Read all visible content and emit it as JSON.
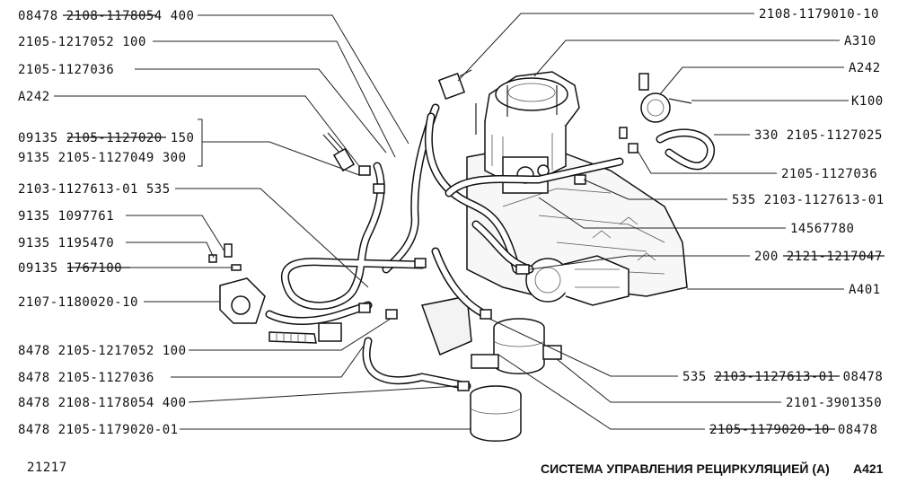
{
  "labels_left": [
    {
      "qty": "08478",
      "code": "2108-1178054",
      "suffix": "400",
      "strike": true
    },
    {
      "qty": "",
      "code": "2105-1217052",
      "suffix": "100",
      "strike": false
    },
    {
      "qty": "",
      "code": "2105-1127036",
      "suffix": "",
      "strike": false
    },
    {
      "qty": "",
      "code": "A242",
      "suffix": "",
      "strike": false
    },
    {
      "qty": "09135",
      "code": "2105-1127020",
      "suffix": "150",
      "strike": true
    },
    {
      "qty": "9135",
      "code": "2105-1127049",
      "suffix": "300",
      "strike": false
    },
    {
      "qty": "",
      "code": "2103-1127613-01",
      "suffix": "535",
      "strike": false
    },
    {
      "qty": "9135",
      "code": "1097761",
      "suffix": "",
      "strike": false
    },
    {
      "qty": "9135",
      "code": "1195470",
      "suffix": "",
      "strike": false
    },
    {
      "qty": "09135",
      "code": "1767100",
      "suffix": "",
      "strike": true
    },
    {
      "qty": "",
      "code": "2107-1180020-10",
      "suffix": "",
      "strike": false
    },
    {
      "qty": "8478",
      "code": "2105-1217052",
      "suffix": "100",
      "strike": false
    },
    {
      "qty": "8478",
      "code": "2105-1127036",
      "suffix": "",
      "strike": false
    },
    {
      "qty": "8478",
      "code": "2108-1178054",
      "suffix": "400",
      "strike": false
    },
    {
      "qty": "8478",
      "code": "2105-1179020-01",
      "suffix": "",
      "strike": false
    }
  ],
  "labels_right": [
    {
      "pre": "",
      "code": "2108-1179010-10",
      "post": "",
      "strike": false
    },
    {
      "pre": "",
      "code": "A310",
      "post": "",
      "strike": false
    },
    {
      "pre": "",
      "code": "A242",
      "post": "",
      "strike": false
    },
    {
      "pre": "",
      "code": "K100",
      "post": "",
      "strike": false
    },
    {
      "pre": "330",
      "code": "2105-1127025",
      "post": "",
      "strike": false
    },
    {
      "pre": "",
      "code": "2105-1127036",
      "post": "",
      "strike": false
    },
    {
      "pre": "535",
      "code": "2103-1127613-01",
      "post": "",
      "strike": false
    },
    {
      "pre": "",
      "code": "14567780",
      "post": "",
      "strike": false
    },
    {
      "pre": "200",
      "code": "2121-1217047",
      "post": "",
      "strike": true
    },
    {
      "pre": "",
      "code": "A401",
      "post": "",
      "strike": false
    },
    {
      "pre": "535",
      "code": "2103-1127613-01",
      "post": "08478",
      "strike": true
    },
    {
      "pre": "",
      "code": "2101-3901350",
      "post": "",
      "strike": false
    },
    {
      "pre": "",
      "code": "2105-1179020-10",
      "post": "08478",
      "strike": true
    }
  ],
  "footer": {
    "model": "21217",
    "title": "СИСТЕМА УПРАВЛЕНИЯ РЕЦИРКУЛЯЦИЕЙ (А)",
    "page": "A421"
  }
}
